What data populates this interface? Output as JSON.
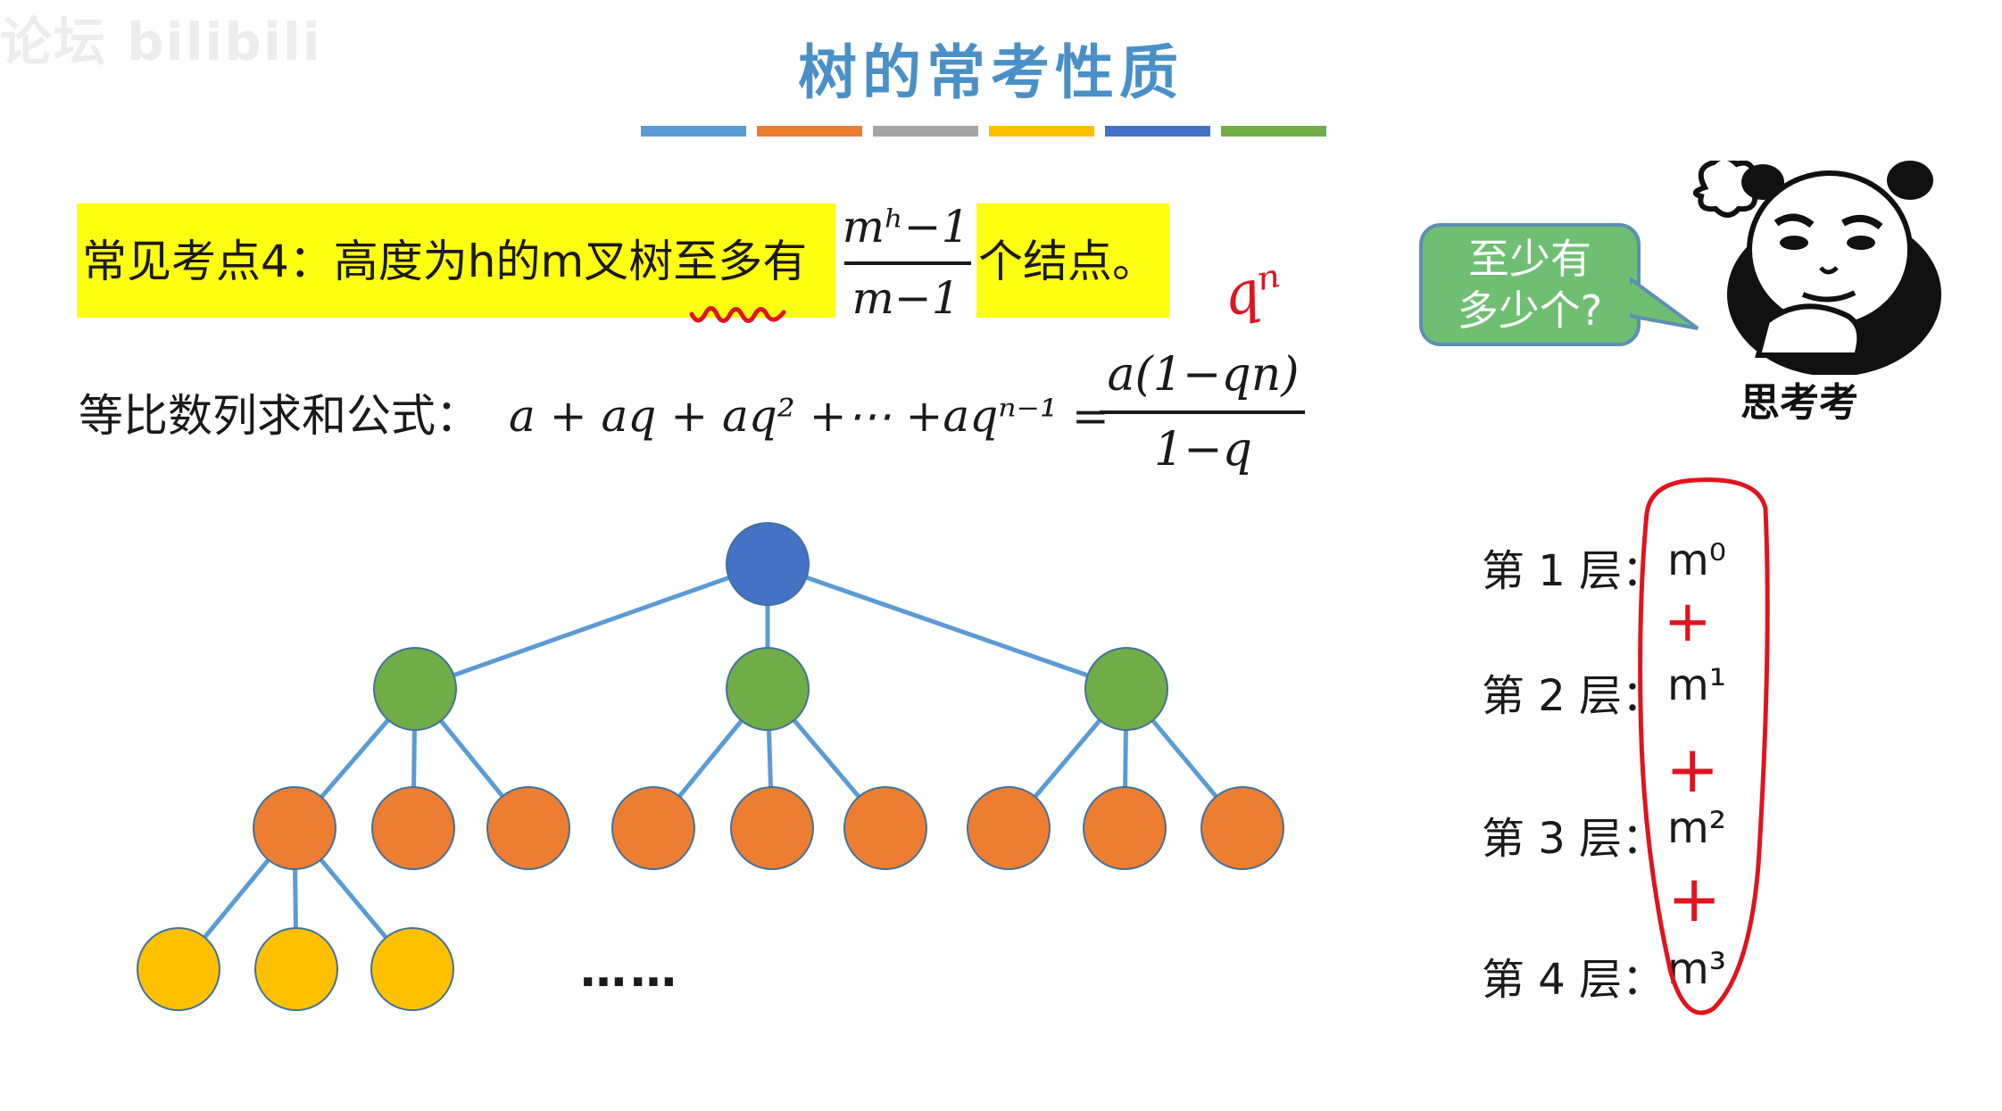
{
  "watermark": {
    "text": "论坛 bilibili"
  },
  "title": "树的常考性质",
  "title_bar_colors": [
    "#5b9bd5",
    "#ed7d31",
    "#a5a5a5",
    "#ffc000",
    "#4472c4",
    "#70ad47"
  ],
  "point4": {
    "label": "常见考点4：高度为h的m叉树至多有",
    "fraction_numerator": "mʰ−1",
    "fraction_denominator": "m−1",
    "suffix": "个结点。",
    "highlight_color": "#ffff11"
  },
  "annotation_qn": "qⁿ",
  "geometric_sum": {
    "label": "等比数列求和公式：",
    "expression": "a + aq + aq² +⋯ +aqⁿ⁻¹ =",
    "fraction_numerator": "a(1−qn)",
    "fraction_denominator": "1−q"
  },
  "bubble": {
    "line1": "至少有",
    "line2": "多少个?",
    "fill_color": "#6fbf73"
  },
  "meme": {
    "caption": "思考考"
  },
  "levels": [
    {
      "label": "第 1 层：",
      "value": "m⁰"
    },
    {
      "label": "第 2 层：",
      "value": "m¹"
    },
    {
      "label": "第 3 层：",
      "value": "m²"
    },
    {
      "label": "第 4 层：",
      "value": "m³"
    }
  ],
  "plus_signs": [
    "+",
    "+",
    "+"
  ],
  "tree": {
    "level_colors": [
      "#4472c4",
      "#70ad47",
      "#ed7d31",
      "#ffc000"
    ],
    "ellipsis": "……"
  },
  "annotation_color": "#e0141e"
}
